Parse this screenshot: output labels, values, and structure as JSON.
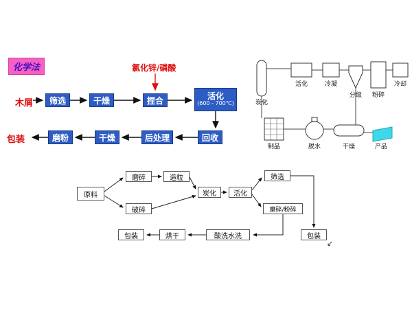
{
  "chem_flow": {
    "method_label": "化学法",
    "reagent_label": "氯化锌/磷酸",
    "feed_label": "木屑",
    "pack_label": "包装",
    "box_screen": "筛选",
    "box_dry1": "干燥",
    "box_knead": "捏合",
    "box_activate_line1": "活化",
    "box_activate_line2": "(600 - 700℃)",
    "box_recover": "回收",
    "box_post": "后处理",
    "box_dry2": "干燥",
    "box_mill": "磨粉"
  },
  "equipment": {
    "label_carbonize": "炭化",
    "label_activate": "活化",
    "label_condense": "冷凝",
    "label_classify": "分级",
    "label_crush": "粉碎",
    "label_cool": "冷却",
    "label_product1": "制品",
    "label_dewater": "脱水",
    "label_dry": "干燥",
    "label_product2": "产品"
  },
  "process_flow": {
    "raw": "原料",
    "grind": "磨碎",
    "granulate": "造粒",
    "crush": "破碎",
    "carbonize": "炭化",
    "activate": "活化",
    "sieve": "筛选",
    "grind_crush": "磨碎/粉碎",
    "pack_left": "包装",
    "dry": "烘干",
    "acid_wash": "酸洗水洗",
    "pack_right": "包装",
    "stray_mark": "↙"
  },
  "colors": {
    "canvas_bg": "#ffffff",
    "chem_box_bg": "#2e5cc5",
    "chem_box_text": "#ffffff",
    "red_text": "#dd1111",
    "method_bg": "#f75fc3",
    "method_text": "#4412c2",
    "flag_fill": "#3fd8ea"
  }
}
